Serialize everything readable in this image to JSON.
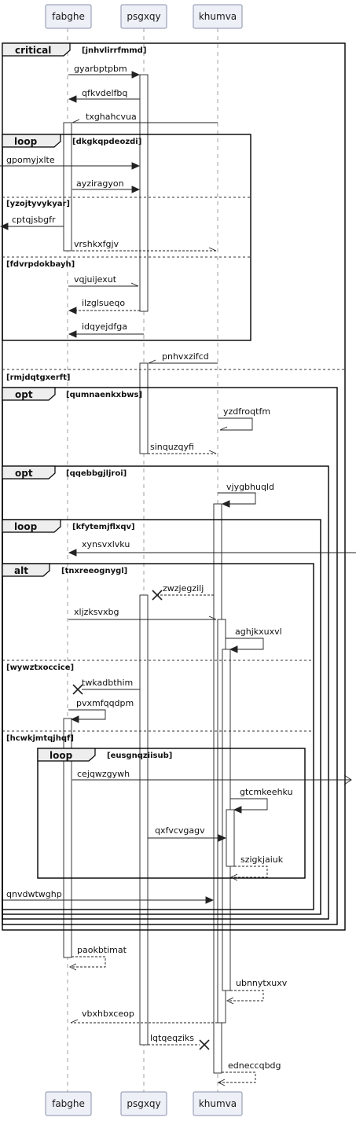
{
  "participants": [
    {
      "id": "fabghe",
      "label": "fabghe"
    },
    {
      "id": "psgxqy",
      "label": "psgxqy"
    },
    {
      "id": "khumva",
      "label": "khumva"
    }
  ],
  "fragments": [
    {
      "kind": "critical",
      "guards": [
        "[jnhvlirrfmmd]",
        "[rmjdqtgxerft]"
      ]
    },
    {
      "kind": "loop",
      "guards": [
        "[dkgkqpdeozdi]",
        "[yzojtyvykyar]",
        "[fdvrpdokbayh]"
      ]
    },
    {
      "kind": "opt",
      "guards": [
        "[qumnaenkxbws]"
      ]
    },
    {
      "kind": "opt",
      "guards": [
        "[qqebbgjljroi]"
      ]
    },
    {
      "kind": "loop",
      "guards": [
        "[kfytemjflxqv]"
      ]
    },
    {
      "kind": "alt",
      "guards": [
        "[tnxreeognygl]",
        "[wywztxoccice]",
        "[hcwkjmtqjhqf]"
      ]
    },
    {
      "kind": "loop",
      "guards": [
        "[eusgnqziisub]"
      ]
    }
  ],
  "messages": [
    {
      "label": "gyarbptpbm"
    },
    {
      "label": "qfkvdelfbq"
    },
    {
      "label": "txghahcvua"
    },
    {
      "label": "gpomyjxlte"
    },
    {
      "label": "ayziragyon"
    },
    {
      "label": "cptqjsbgfr"
    },
    {
      "label": "vrshkxfgjv"
    },
    {
      "label": "vqjuijexut"
    },
    {
      "label": "ilzglsueqo"
    },
    {
      "label": "idqyejdfga"
    },
    {
      "label": "pnhvxzifcd"
    },
    {
      "label": "yzdfroqtfm"
    },
    {
      "label": "sinquzqyfi"
    },
    {
      "label": "vjygbhuqld"
    },
    {
      "label": "xynsvxlvku"
    },
    {
      "label": "zwzjegzilj"
    },
    {
      "label": "xljzksvxbg"
    },
    {
      "label": "aghjkxuxvl"
    },
    {
      "label": "twkadbthim"
    },
    {
      "label": "pvxmfqqdpm"
    },
    {
      "label": "cejqwzgywh"
    },
    {
      "label": "gtcmkeehku"
    },
    {
      "label": "qxfvcvgagv"
    },
    {
      "label": "szigkjaiuk"
    },
    {
      "label": "qnvdwtwghp"
    },
    {
      "label": "paokbtimat"
    },
    {
      "label": "ubnnytxuxv"
    },
    {
      "label": "vbxhbxceop"
    },
    {
      "label": "lqtqeqziks"
    },
    {
      "label": "edneccqbdg"
    }
  ]
}
